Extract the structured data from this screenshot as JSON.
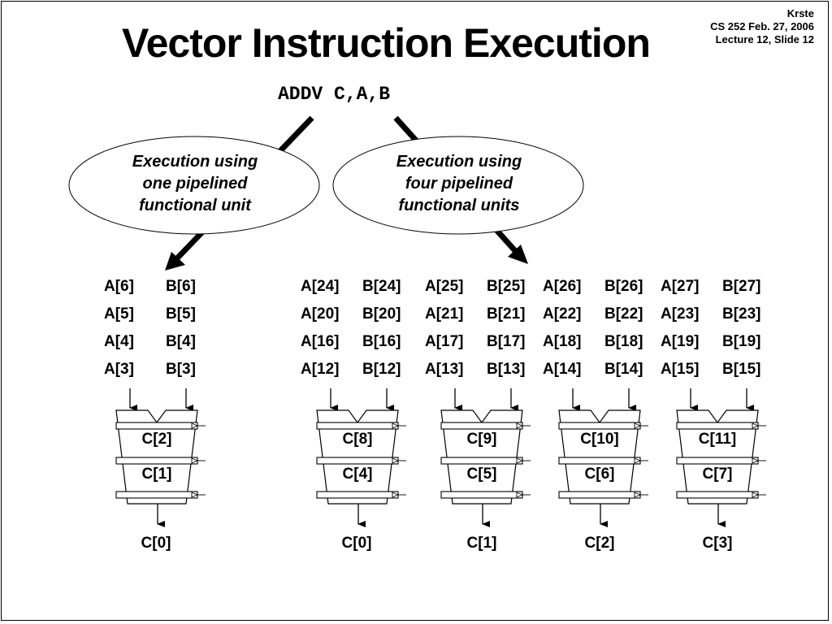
{
  "credits": [
    "Krste",
    "CS 252 Feb. 27, 2006",
    "Lecture 12, Slide 12"
  ],
  "title": "Vector Instruction Execution",
  "instruction": "ADDV C,A,B",
  "bubbles": {
    "left": [
      "Execution using",
      "one pipelined",
      "functional unit"
    ],
    "right": [
      "Execution using",
      "four pipelined",
      "functional units"
    ]
  },
  "left_unit": {
    "a": [
      "A[6]",
      "A[5]",
      "A[4]",
      "A[3]"
    ],
    "b": [
      "B[6]",
      "B[5]",
      "B[4]",
      "B[3]"
    ],
    "stages": [
      "C[2]",
      "C[1]"
    ],
    "output": "C[0]"
  },
  "lanes": [
    {
      "a": [
        "A[24]",
        "A[20]",
        "A[16]",
        "A[12]"
      ],
      "b": [
        "B[24]",
        "B[20]",
        "B[16]",
        "B[12]"
      ],
      "stages": [
        "C[8]",
        "C[4]"
      ],
      "output": "C[0]"
    },
    {
      "a": [
        "A[25]",
        "A[21]",
        "A[17]",
        "A[13]"
      ],
      "b": [
        "B[25]",
        "B[21]",
        "B[17]",
        "B[13]"
      ],
      "stages": [
        "C[9]",
        "C[5]"
      ],
      "output": "C[1]"
    },
    {
      "a": [
        "A[26]",
        "A[22]",
        "A[18]",
        "A[14]"
      ],
      "b": [
        "B[26]",
        "B[22]",
        "B[18]",
        "B[14]"
      ],
      "stages": [
        "C[10]",
        "C[6]"
      ],
      "output": "C[2]"
    },
    {
      "a": [
        "A[27]",
        "A[23]",
        "A[19]",
        "A[15]"
      ],
      "b": [
        "B[27]",
        "B[23]",
        "B[19]",
        "B[15]"
      ],
      "stages": [
        "C[11]",
        "C[7]"
      ],
      "output": "C[3]"
    }
  ]
}
